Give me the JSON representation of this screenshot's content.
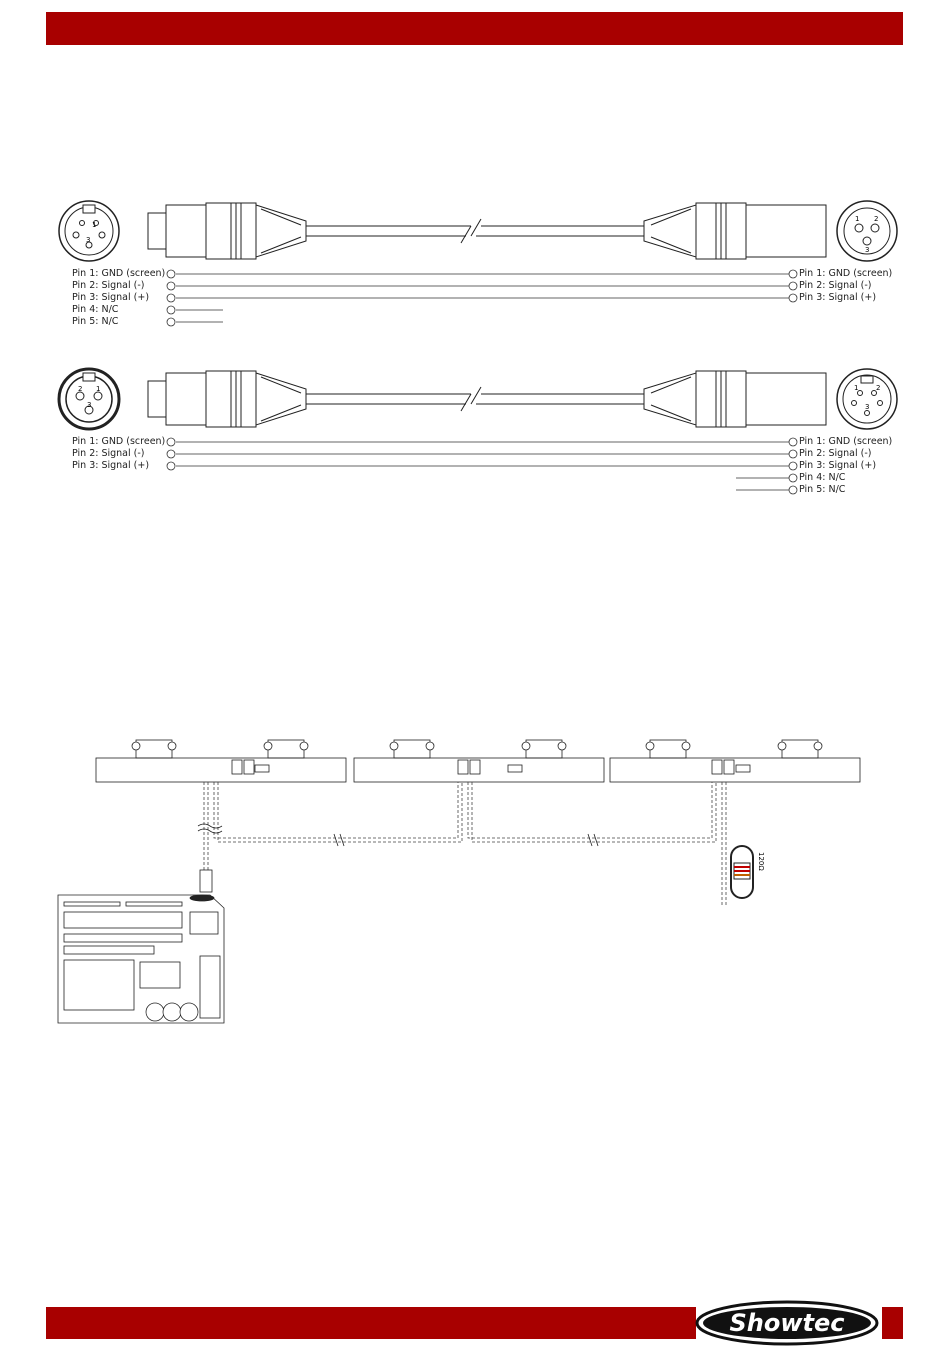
{
  "cable1": {
    "left_pins": [
      "Pin 1: GND (screen)",
      "Pin 2: Signal (-)",
      "Pin 3: Signal (+)",
      "Pin 4: N/C",
      "Pin 5: N/C"
    ],
    "right_pins": [
      "Pin 1: GND (screen)",
      "Pin 2: Signal (-)",
      "Pin 3: Signal (+)"
    ],
    "left_pin_numbers": [
      "1",
      "3"
    ],
    "right_pin_numbers": [
      "1",
      "2",
      "3"
    ]
  },
  "cable2": {
    "left_pins": [
      "Pin 1: GND (screen)",
      "Pin 2: Signal (-)",
      "Pin 3: Signal (+)"
    ],
    "right_pins": [
      "Pin 1: GND (screen)",
      "Pin 2: Signal (-)",
      "Pin 3: Signal (+)",
      "Pin 4: N/C",
      "Pin 5: N/C"
    ],
    "left_pin_numbers": [
      "2",
      "1",
      "3"
    ],
    "right_pin_numbers": [
      "1",
      "2",
      "3"
    ]
  },
  "chain": {
    "fixture_count": 3,
    "terminator_label": "120Ω"
  },
  "brand": {
    "logo_text": "Showtec",
    "color": "#a80000"
  }
}
